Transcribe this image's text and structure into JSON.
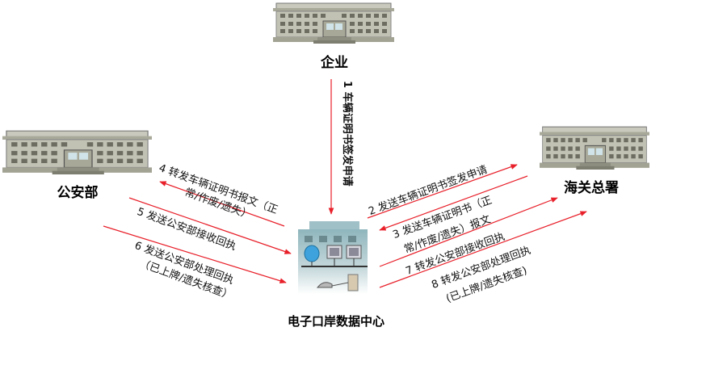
{
  "nodes": {
    "enterprise": "企业",
    "police": "公安部",
    "customs": "海关总署",
    "datacenter": "电子口岸数据中心"
  },
  "flows": {
    "f1": "1 车辆证明书签发申请",
    "f2": "2 发送车辆证明书签发申请",
    "f3_line1": "3 发送车辆证明书（正",
    "f3_line2": "常/作废/遗失）报文",
    "f4_line1": "4 转发车辆证明书报文（正",
    "f4_line2": "常/作废/遗失）",
    "f5": "5 发送公安部接收回执",
    "f6_line1": "6 发送公安部处理回执",
    "f6_line2": "（已上牌/遗失核查）",
    "f7": "7 转发公安部接收回执",
    "f8_line1": "8 转发公安部处理回执",
    "f8_line2": "(已上牌/遗失核查)"
  },
  "colors": {
    "arrow": "#e8202a",
    "building": "#b8b8a8"
  }
}
